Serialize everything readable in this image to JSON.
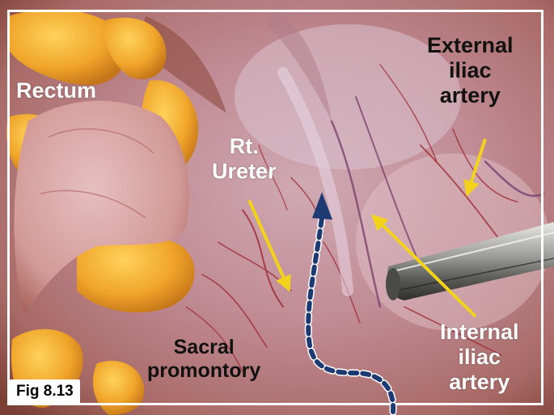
{
  "figure_label": "Fig 8.13",
  "labels": {
    "rectum": "Rectum",
    "rt_ureter": [
      "Rt.",
      "Ureter"
    ],
    "external_iliac_artery": [
      "External",
      "iliac",
      "artery"
    ],
    "internal_iliac_artery": [
      "Internal",
      "iliac",
      "artery"
    ],
    "sacral_promontory": [
      "Sacral",
      "promontory"
    ]
  },
  "colors": {
    "pointer_arrow": "#f2d21b",
    "dissection_path_arrow": "#1d3a73",
    "frame": "#ffffff"
  }
}
